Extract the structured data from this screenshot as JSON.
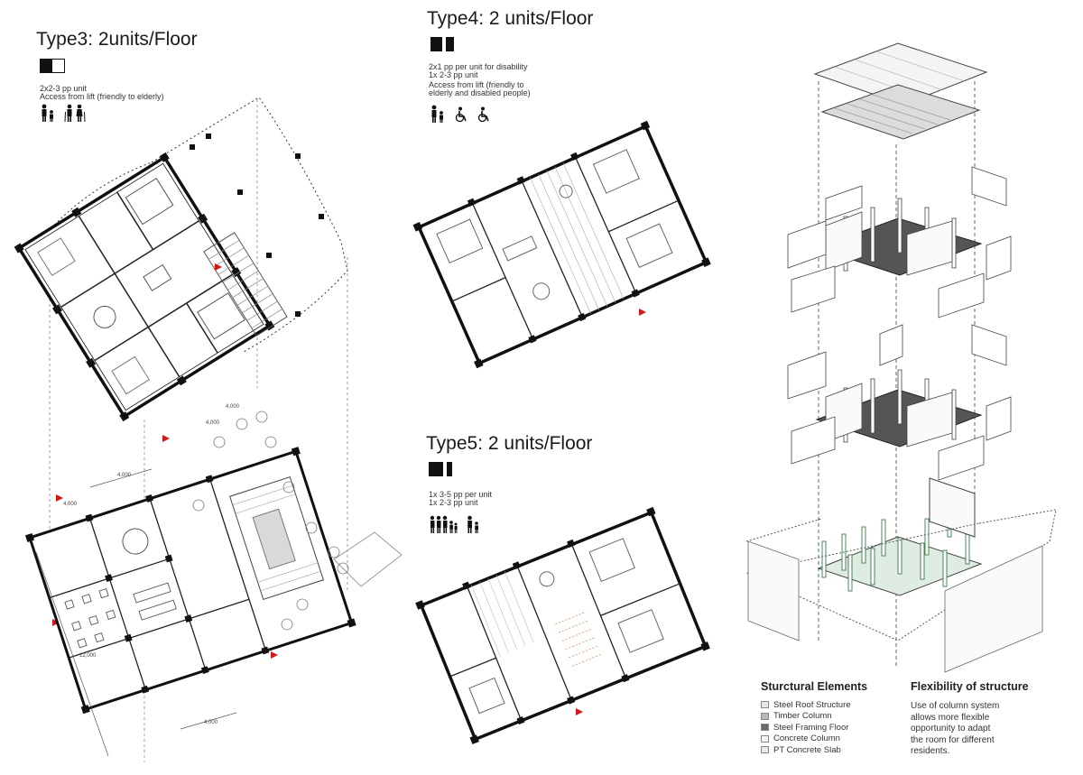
{
  "type3": {
    "title": "Type3: 2units/Floor",
    "notes": [
      "2x2-3 pp unit",
      "Access from lift (friendly to elderly)"
    ]
  },
  "type4": {
    "title": "Type4: 2 units/Floor",
    "notes": [
      "2x1 pp per unit for disability",
      "1x 2-3 pp unit",
      "Access from lift (friendly to",
      "elderly and disabled people)"
    ]
  },
  "type5": {
    "title": "Type5: 2 units/Floor",
    "notes": [
      "1x 3-5 pp per unit",
      "1x 2-3 pp unit"
    ]
  },
  "legend": {
    "title": "Sturctural Elements",
    "items": [
      {
        "label": "Steel Roof Structure",
        "color": "#e8e8e8"
      },
      {
        "label": "Timber Column",
        "color": "#b9b9b9"
      },
      {
        "label": "Steel Framing Floor",
        "color": "#6a6a6a"
      },
      {
        "label": "Concrete Column",
        "color": "#f4f4f4"
      },
      {
        "label": "PT Concrete Slab",
        "color": "#e4ece6"
      }
    ]
  },
  "flexibility": {
    "title": "Flexibility of structure",
    "lines": [
      "Use of column system",
      "allows more flexible",
      "opportunity to adapt",
      "the room for different",
      "residents."
    ]
  },
  "dimensions": {
    "d1": "4,000",
    "d2": "4,000",
    "d3": "4,000",
    "d4": "4,000",
    "d5": "12,000",
    "d6": "4,000"
  },
  "colors": {
    "marker": "#d01818",
    "wall": "#111111",
    "slab_green": "#dfece2"
  }
}
